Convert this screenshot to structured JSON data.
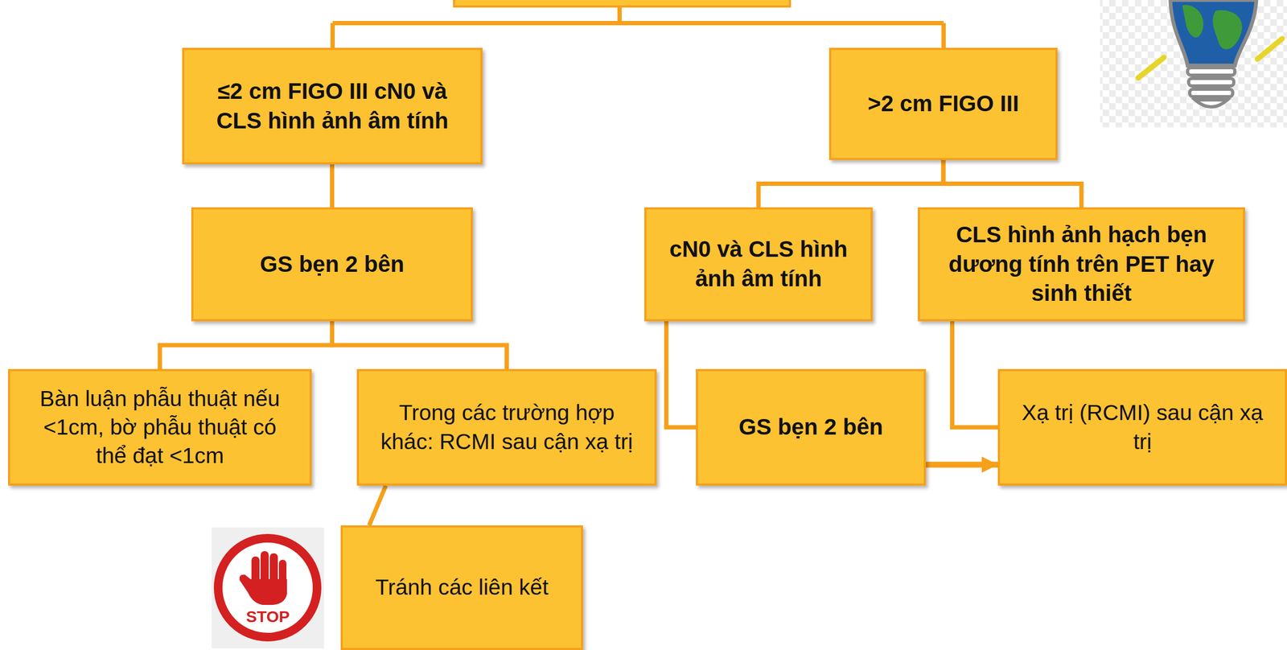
{
  "diagram": {
    "nodes": [
      {
        "text": [
          "≤2 cm FIGO III cN0 và CLS hình ảnh âm tính"
        ]
      },
      {
        "text": [
          ">2 cm FIGO III"
        ]
      },
      {
        "text": [
          "GS bẹn 2 bên"
        ]
      },
      {
        "text": [
          "cN0 và CLS hình ảnh âm tính"
        ]
      },
      {
        "text": [
          "CLS hình ảnh hạch bẹn dương tính trên PET hay sinh thiết"
        ]
      },
      {
        "text": [
          "Bàn luận phẫu thuật nếu <1cm, bờ phẫu thuật có thể đạt <1cm"
        ]
      },
      {
        "text": [
          "Trong các trường hợp khác: RCMI sau cận xạ trị"
        ]
      },
      {
        "text": [
          "GS bẹn 2 bên"
        ]
      },
      {
        "text": [
          "Xạ trị (RCMI) sau cận xạ trị"
        ]
      },
      {
        "text": [
          "Tránh các liên kết"
        ]
      }
    ],
    "edges": [
      {
        "from": 0,
        "to": 2,
        "arrow": "none"
      },
      {
        "from": 1,
        "to": 3,
        "arrow": "none"
      },
      {
        "from": 1,
        "to": 4,
        "arrow": "none"
      },
      {
        "from": 2,
        "to": 5,
        "arrow": "none"
      },
      {
        "from": 2,
        "to": 6,
        "arrow": "none"
      },
      {
        "from": 3,
        "to": 7,
        "arrow": "none"
      },
      {
        "from": 4,
        "to": 8,
        "arrow": "none"
      },
      {
        "from": 7,
        "to": 8,
        "arrow": "to"
      },
      {
        "from": 6,
        "to": 9,
        "arrow": "none"
      }
    ],
    "labels": [
      "STOP"
    ]
  }
}
